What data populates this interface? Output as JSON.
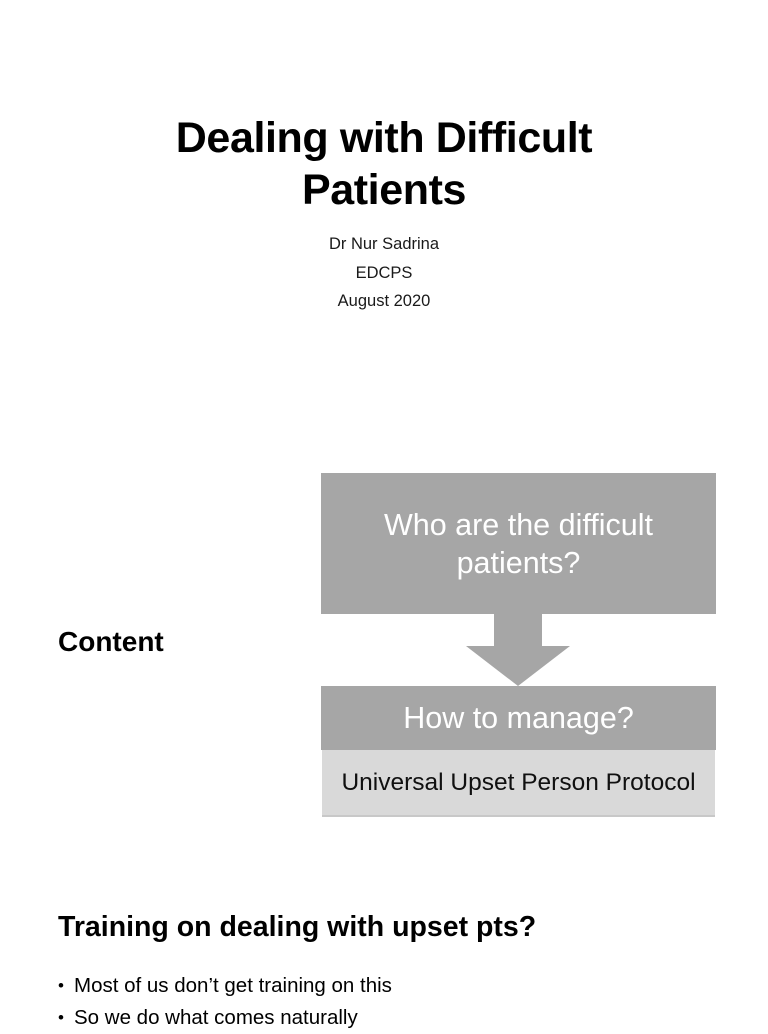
{
  "title_slide": {
    "title": "Dealing with Difficult Patients",
    "subtitle_lines": [
      "Dr Nur Sadrina",
      "EDCPS",
      "August 2020"
    ]
  },
  "content_slide": {
    "heading": "Content",
    "diagram": {
      "top_box_text": "Who are the difficult patients?",
      "arrow_icon": "down-arrow-icon",
      "mid_box_text": "How to manage?",
      "bottom_box_text": "Universal Upset Person Protocol"
    }
  },
  "training_slide": {
    "heading": "Training on dealing with upset pts?",
    "bullets": [
      "Most of us don’t get training on this",
      "So we do what comes naturally"
    ]
  },
  "colors": {
    "page_background": "#ffffff",
    "text": "#000000",
    "box_gray": "#a6a6a6",
    "box_light_gray": "#d9d9d9",
    "box_text_light": "#ffffff"
  }
}
